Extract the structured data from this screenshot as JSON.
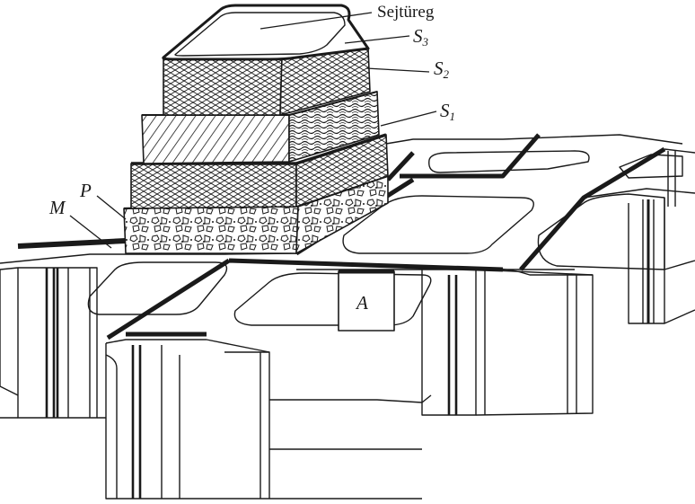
{
  "figure": {
    "labels": {
      "cell_cavity": "Sejtüreg",
      "s3": {
        "base": "S",
        "sub": "3"
      },
      "s2": {
        "base": "S",
        "sub": "2"
      },
      "s1": {
        "base": "S",
        "sub": "1"
      },
      "primary_wall": "P",
      "middle_lamella": "M",
      "region_a": "A"
    }
  },
  "colors": {
    "ink": "#1a1a1a",
    "paper": "#ffffff"
  }
}
